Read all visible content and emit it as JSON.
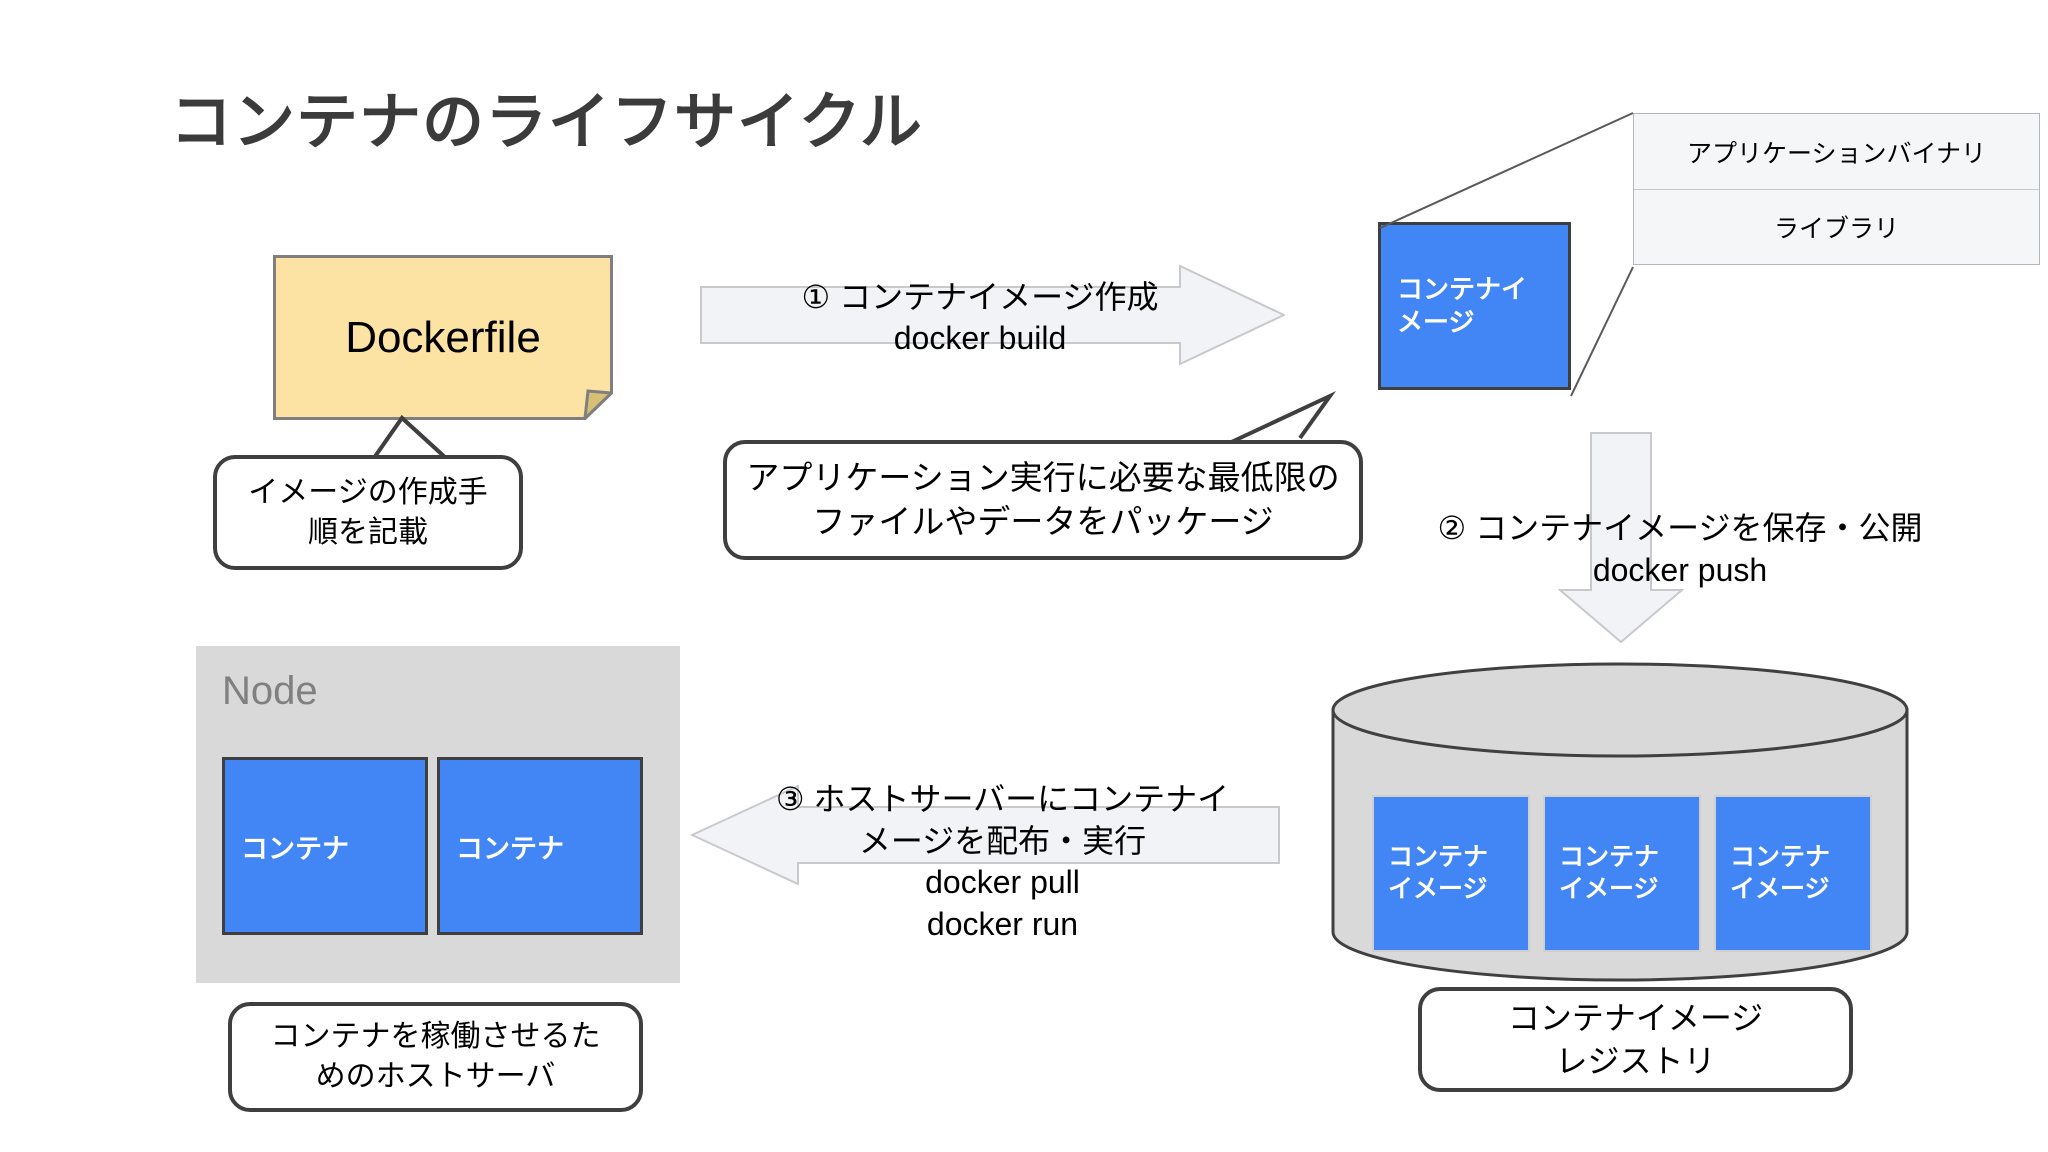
{
  "title": "コンテナのライフサイクル",
  "dockerfile": {
    "label": "Dockerfile",
    "note_line1": "イメージの作成手",
    "note_line2": "順を記載"
  },
  "arrow1": {
    "line1": "① コンテナイメージ作成",
    "line2": "docker build"
  },
  "arrow2": {
    "line1": "② コンテナイメージを保存・公開",
    "line2": "docker push"
  },
  "arrow3": {
    "line1": "③ ホストサーバーにコンテナイ",
    "line2": "メージを配布・実行",
    "line3": "docker pull",
    "line4": "docker run"
  },
  "container_image": {
    "line1": "コンテナイ",
    "line2": "メージ",
    "note_line1": "アプリケーション実行に必要な最低限の",
    "note_line2": "ファイルやデータをパッケージ"
  },
  "spec_table": {
    "rows": [
      "アプリケーションバイナリ",
      "ライブラリ"
    ]
  },
  "node": {
    "label": "Node",
    "containers": [
      "コンテナ",
      "コンテナ"
    ],
    "note_line1": "コンテナを稼働させるた",
    "note_line2": "めのホストサーバ"
  },
  "registry": {
    "images": [
      {
        "line1": "コンテナ",
        "line2": "イメージ"
      },
      {
        "line1": "コンテナ",
        "line2": "イメージ"
      },
      {
        "line1": "コンテナ",
        "line2": "イメージ"
      }
    ],
    "label_line1": "コンテナイメージ",
    "label_line2": "レジストリ"
  },
  "colors": {
    "blue": "#4285f4",
    "yellow": "#fce3a4",
    "node_gray": "#d9d9d9",
    "cylinder_gray": "#d9d9d9",
    "arrow_fill": "#f2f3f6",
    "outline": "#3f3f3f",
    "title_text": "#3b3b3b",
    "node_label_text": "#808080"
  }
}
